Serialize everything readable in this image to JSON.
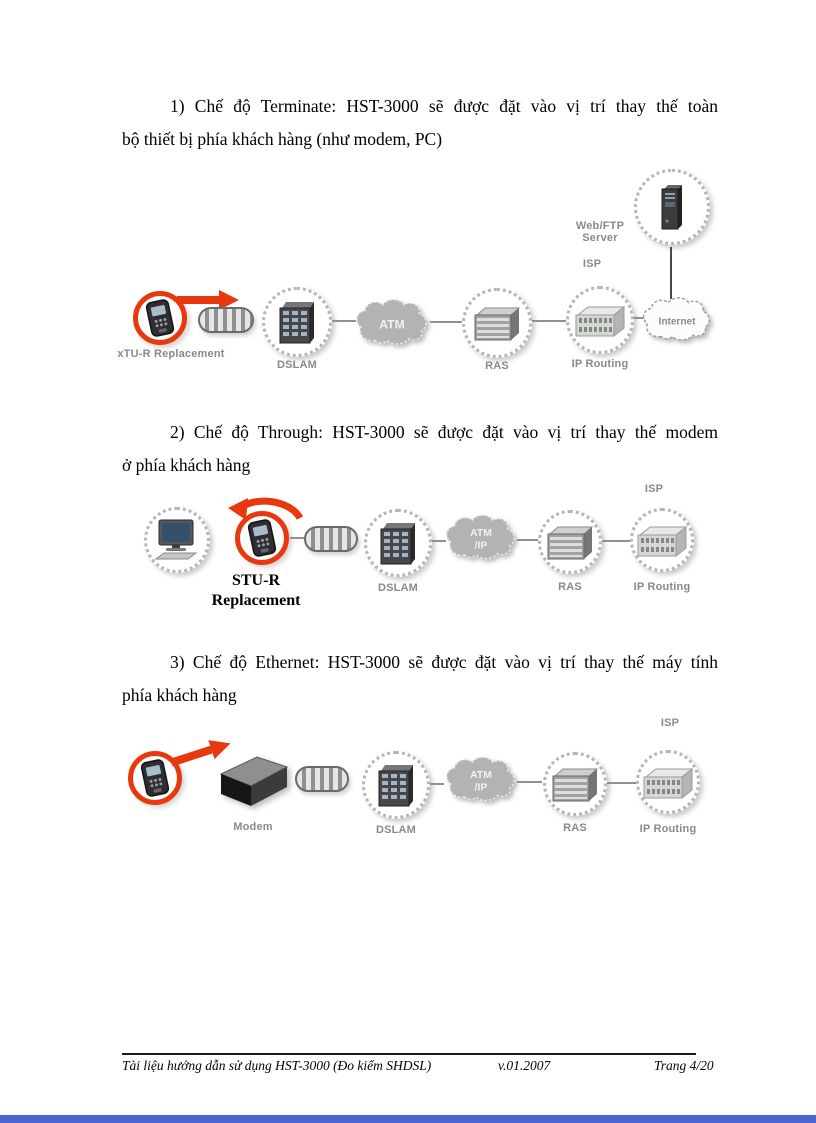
{
  "colors": {
    "accent_red": "#e8380d",
    "label_gray": "#8a8a8a",
    "bottom_bar_blue": "#4b64d2"
  },
  "paragraphs": [
    {
      "lines": [
        "1) Chế độ Terminate:  HST-3000 sẽ được đặt vào vị trí thay thế toàn",
        "bộ thiết bị phía khách hàng (như modem, PC)"
      ]
    },
    {
      "lines": [
        "2) Chế độ Through: HST-3000 sẽ được đặt vào vị trí thay thế modem",
        "ở phía khách hàng"
      ]
    },
    {
      "lines": [
        "3) Chế độ Ethernet:  HST-3000 sẽ được đặt vào vị trí thay thế máy tính",
        "phía khách hàng"
      ]
    }
  ],
  "diagram1": {
    "webftp_line1": "Web/FTP",
    "webftp_line2": "Server",
    "isp": "ISP",
    "xtur_label": "xTU-R Replacement",
    "dslam": "DSLAM",
    "atm": "ATM",
    "ras": "RAS",
    "ip_routing": "IP Routing",
    "internet": "Internet"
  },
  "diagram2": {
    "isp": "ISP",
    "stur_line1": "STU-R",
    "stur_line2": "Replacement",
    "dslam": "DSLAM",
    "atm_line1": "ATM",
    "atm_line2": "/IP",
    "ras": "RAS",
    "ip_routing": "IP Routing"
  },
  "diagram3": {
    "isp": "ISP",
    "modem": "Modem",
    "dslam": "DSLAM",
    "atm_line1": "ATM",
    "atm_line2": "/IP",
    "ras": "RAS",
    "ip_routing": "IP Routing"
  },
  "footer": {
    "left": "Tài liệu hướng dẫn sử dụng HST-3000 (Đo kiểm SHDSL)",
    "center": "v.01.2007",
    "right": "Trang 4/20"
  }
}
